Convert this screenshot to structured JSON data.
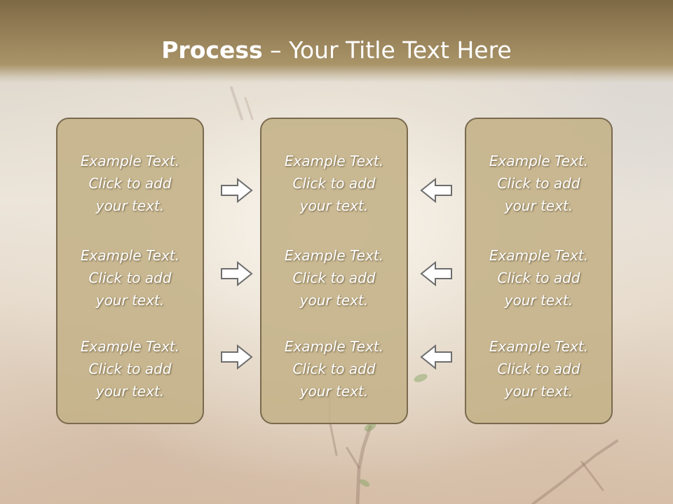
{
  "slide": {
    "title_strong": "Process",
    "title_rest": " – Your Title Text Here"
  },
  "columns": [
    {
      "items": [
        {
          "line1": "Example Text.",
          "line2": "Click  to add",
          "line3": "your text."
        },
        {
          "line1": "Example Text.",
          "line2": "Click  to add",
          "line3": "your text."
        },
        {
          "line1": "Example Text.",
          "line2": "Click  to add",
          "line3": "your text."
        }
      ]
    },
    {
      "items": [
        {
          "line1": "Example Text.",
          "line2": "Click  to add",
          "line3": "your text."
        },
        {
          "line1": "Example Text.",
          "line2": "Click  to add",
          "line3": "your text."
        },
        {
          "line1": "Example Text.",
          "line2": "Click  to add",
          "line3": "your text."
        }
      ]
    },
    {
      "items": [
        {
          "line1": "Example Text.",
          "line2": "Click  to add",
          "line3": "your text."
        },
        {
          "line1": "Example Text.",
          "line2": "Click  to add",
          "line3": "your text."
        },
        {
          "line1": "Example Text.",
          "line2": "Click  to add",
          "line3": "your text."
        }
      ]
    }
  ],
  "icons": {
    "left_arrows": "arrow-right-icon",
    "right_arrows": "arrow-left-icon"
  },
  "colors": {
    "header": "#98825a",
    "panel_fill": "#c4b28a",
    "panel_border": "#7a6a4e",
    "text": "#ffffff"
  }
}
